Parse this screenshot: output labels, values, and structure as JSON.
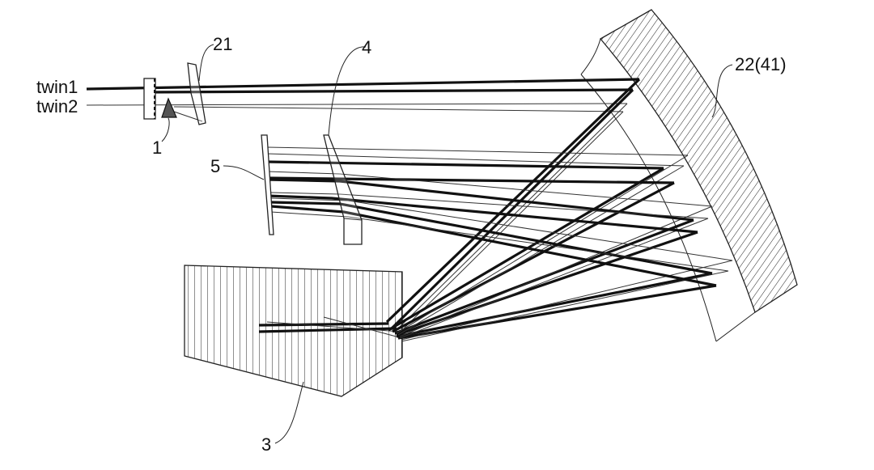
{
  "figure": {
    "labels": {
      "twin1": "twin1",
      "twin2": "twin2",
      "source": "1",
      "lens": "21",
      "element4": "4",
      "mirror": "22(41)",
      "element5": "5",
      "element3": "3"
    }
  }
}
